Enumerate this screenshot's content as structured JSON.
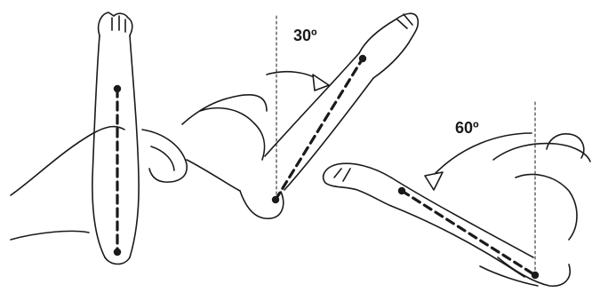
{
  "labels": {
    "angle_30": "30º",
    "angle_60": "60º"
  },
  "figure": {
    "panels": [
      {
        "id": "forearm-vertical",
        "angle_degrees": 0
      },
      {
        "id": "forearm-tilted-30",
        "angle_degrees": 30
      },
      {
        "id": "forearm-tilted-60",
        "angle_degrees": 60
      }
    ],
    "colors": {
      "ink": "#1a1a1a",
      "background": "#ffffff"
    }
  }
}
